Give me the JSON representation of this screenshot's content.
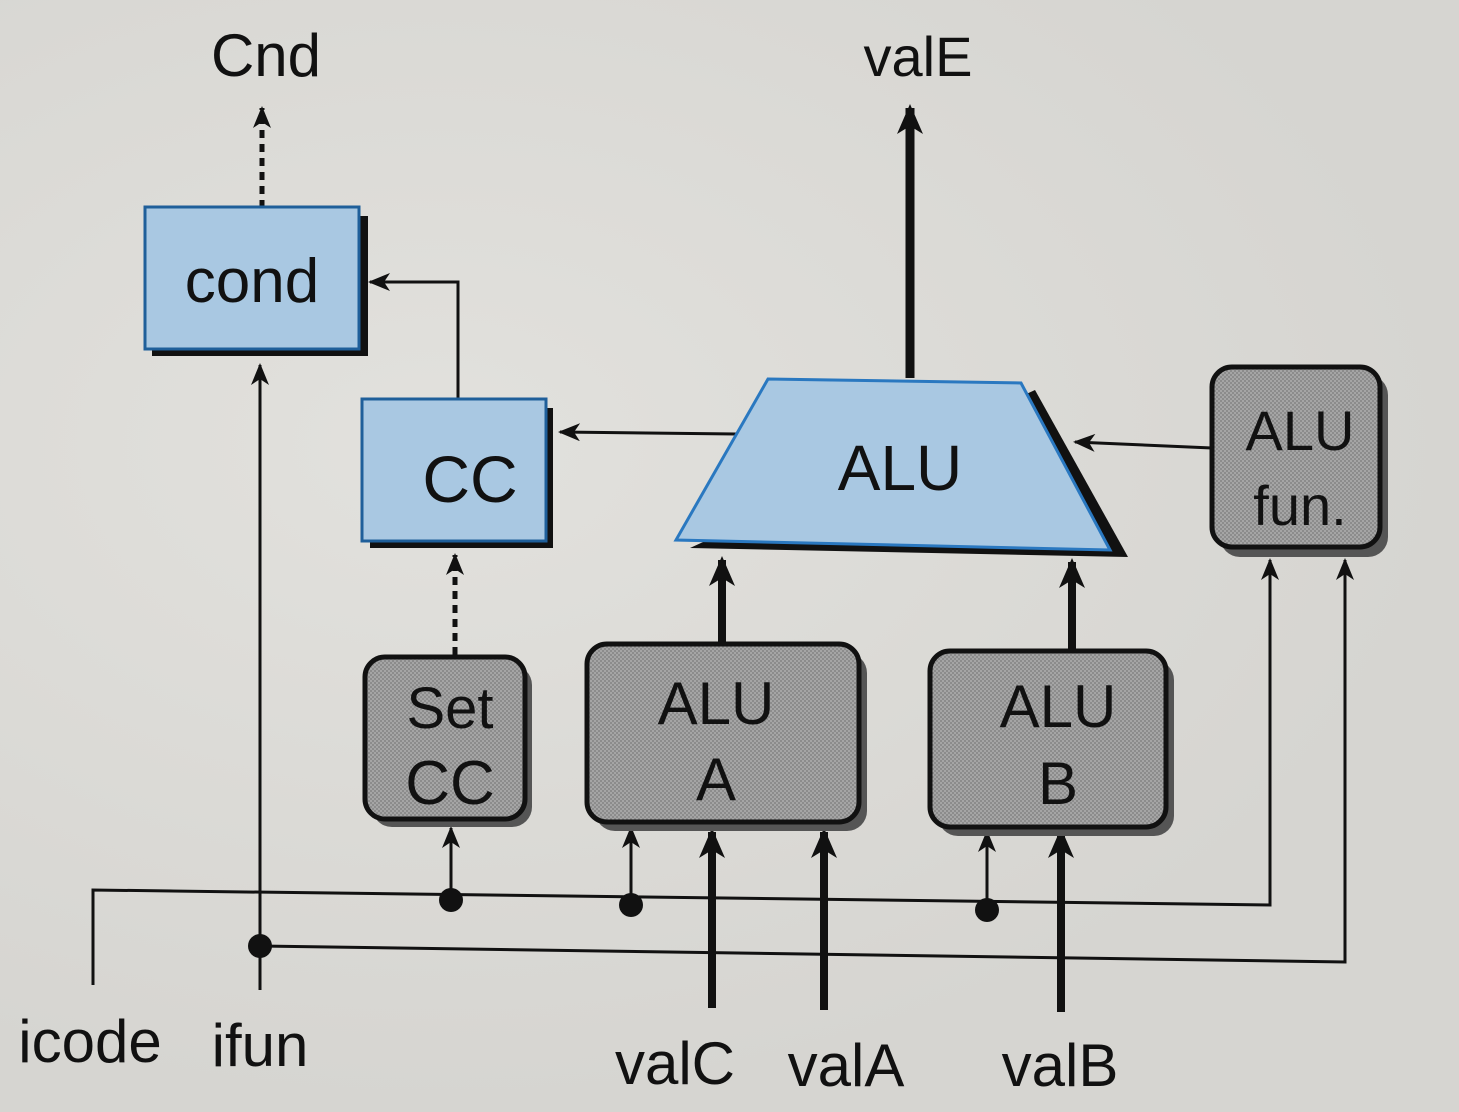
{
  "diagram": {
    "outputs": {
      "cnd": "Cnd",
      "vale": "valE"
    },
    "blocks": {
      "cond": "cond",
      "cc": "CC",
      "alu": "ALU",
      "alu_fun": [
        "ALU",
        "fun."
      ],
      "set_cc": [
        "Set",
        "CC"
      ],
      "alu_a": [
        "ALU",
        "A"
      ],
      "alu_b": [
        "ALU",
        "B"
      ]
    },
    "inputs": {
      "icode": "icode",
      "ifun": "ifun",
      "valc": "valC",
      "vala": "valA",
      "valb": "valB"
    },
    "colors": {
      "hardware_unit_fill": "#a9c8e2",
      "hardware_unit_border": "#1f5f9a",
      "control_block_fill": "#9c9c9c",
      "wire": "#111111"
    }
  }
}
